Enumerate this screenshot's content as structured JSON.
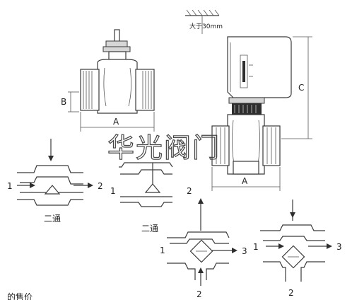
{
  "labels": {
    "dim_a_left": "A",
    "dim_b_left": "B",
    "dim_a_right": "A",
    "dim_c_right": "C",
    "clearance": "大于30mm",
    "watermark": "华光阀门",
    "two_way_caption_1": "二通",
    "two_way_caption_2": "二通",
    "port_1a": "1",
    "port_2a": "2",
    "port_1b": "1",
    "port_2b": "2",
    "port_1c": "1",
    "port_2c": "2",
    "port_3c": "3",
    "port_1d": "1",
    "port_2d": "2",
    "port_3d": "3",
    "bottom_text": "的售价"
  }
}
